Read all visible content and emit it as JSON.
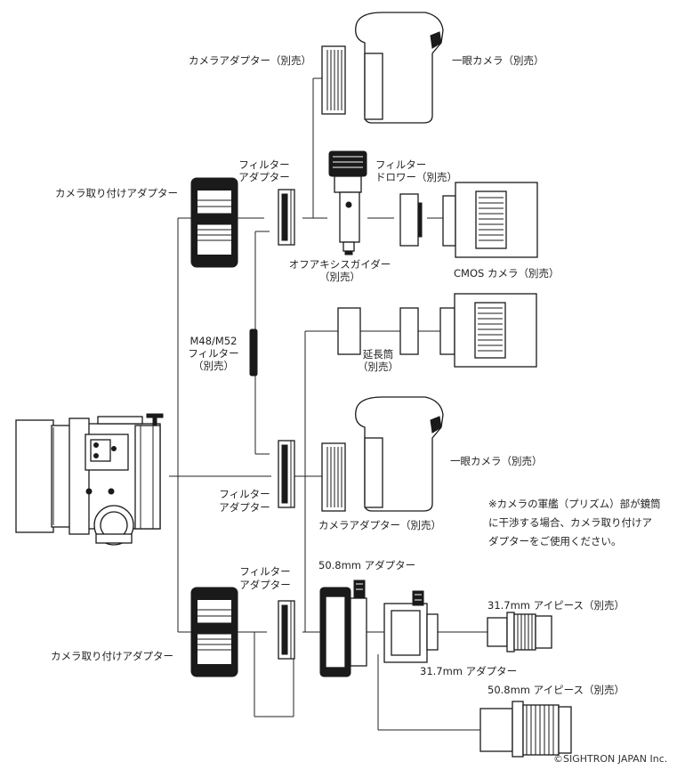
{
  "labels": {
    "camera_adapter_top": "カメラアダプター（別売）",
    "slr_camera_top": "一眼カメラ（別売）",
    "camera_mount_adapter_top": "カメラ取り付けアダプター",
    "filter_adapter_top_1": "フィルター",
    "filter_adapter_top_2": "アダプター",
    "filter_drawer_1": "フィルター",
    "filter_drawer_2": "ドロワー（別売）",
    "off_axis_guider_1": "オフアキシスガイダー",
    "off_axis_guider_2": "（別売）",
    "cmos_camera": "CMOS カメラ（別売）",
    "m48_filter_1": "M48/M52",
    "m48_filter_2": "フィルター",
    "m48_filter_3": "（別売）",
    "extension_tube_1": "延長筒",
    "extension_tube_2": "（別売）",
    "slr_camera_mid": "一眼カメラ（別売）",
    "filter_adapter_mid_1": "フィルター",
    "filter_adapter_mid_2": "アダプター",
    "camera_adapter_mid": "カメラアダプター（別売）",
    "filter_adapter_bot_1": "フィルター",
    "filter_adapter_bot_2": "アダプター",
    "adapter_508": "50.8mm アダプター",
    "eyepiece_317": "31.7mm アイピース（別売）",
    "camera_mount_adapter_bot": "カメラ取り付けアダプター",
    "adapter_317": "31.7mm アダプター",
    "eyepiece_508": "50.8mm アイピース（別売）"
  },
  "note": {
    "line1": "※カメラの軍艦（プリズム）部が鏡筒",
    "line2": "に干渉する場合、カメラ取り付けア",
    "line3": "ダプターをご使用ください。"
  },
  "copyright": "©SIGHTRON JAPAN Inc.",
  "colors": {
    "ink": "#1a1a1a",
    "background": "#ffffff",
    "shade": "#cfcfcf"
  }
}
